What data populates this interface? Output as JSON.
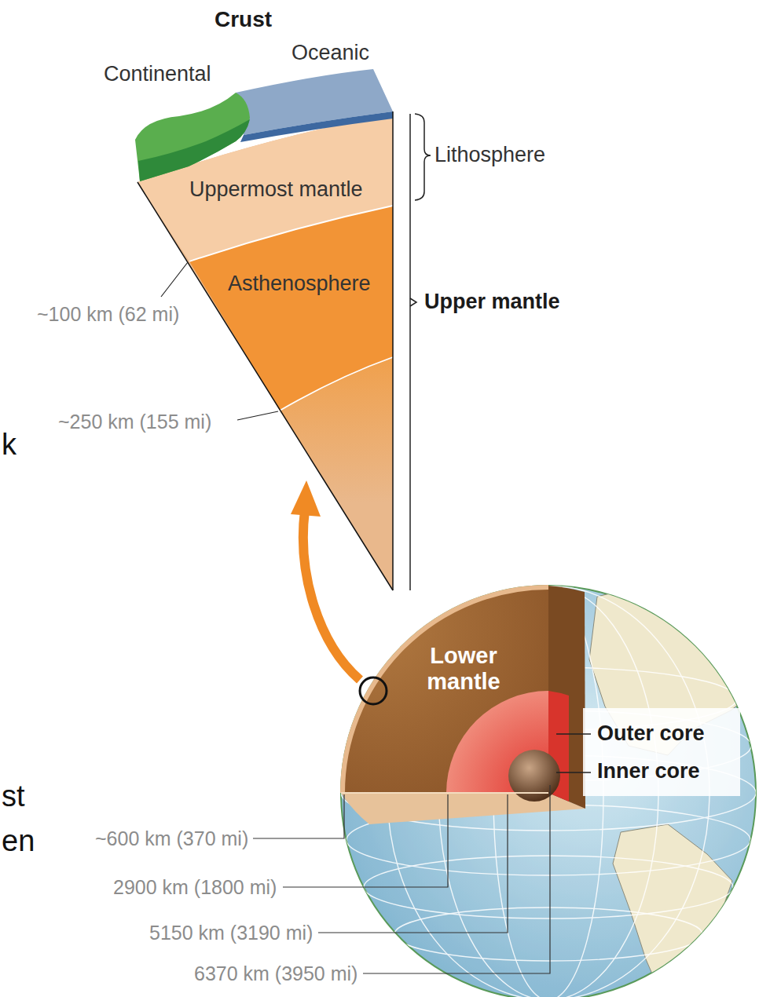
{
  "diagram": {
    "labels": [
      "Crust",
      "Continental",
      "Oceanic",
      "Lithosphere",
      "Uppermost mantle",
      "Asthenosphere",
      "~100 km (62 mi)",
      "Upper mantle",
      "~250 km (155 mi)",
      "k",
      "Lower mantle",
      "Outer core",
      "Inner core",
      "st",
      "~600 km (370 mi)",
      "en",
      "2900 km (1800 mi)",
      "5150 km (3190 mi)",
      "6370 km (3950 mi)"
    ]
  }
}
